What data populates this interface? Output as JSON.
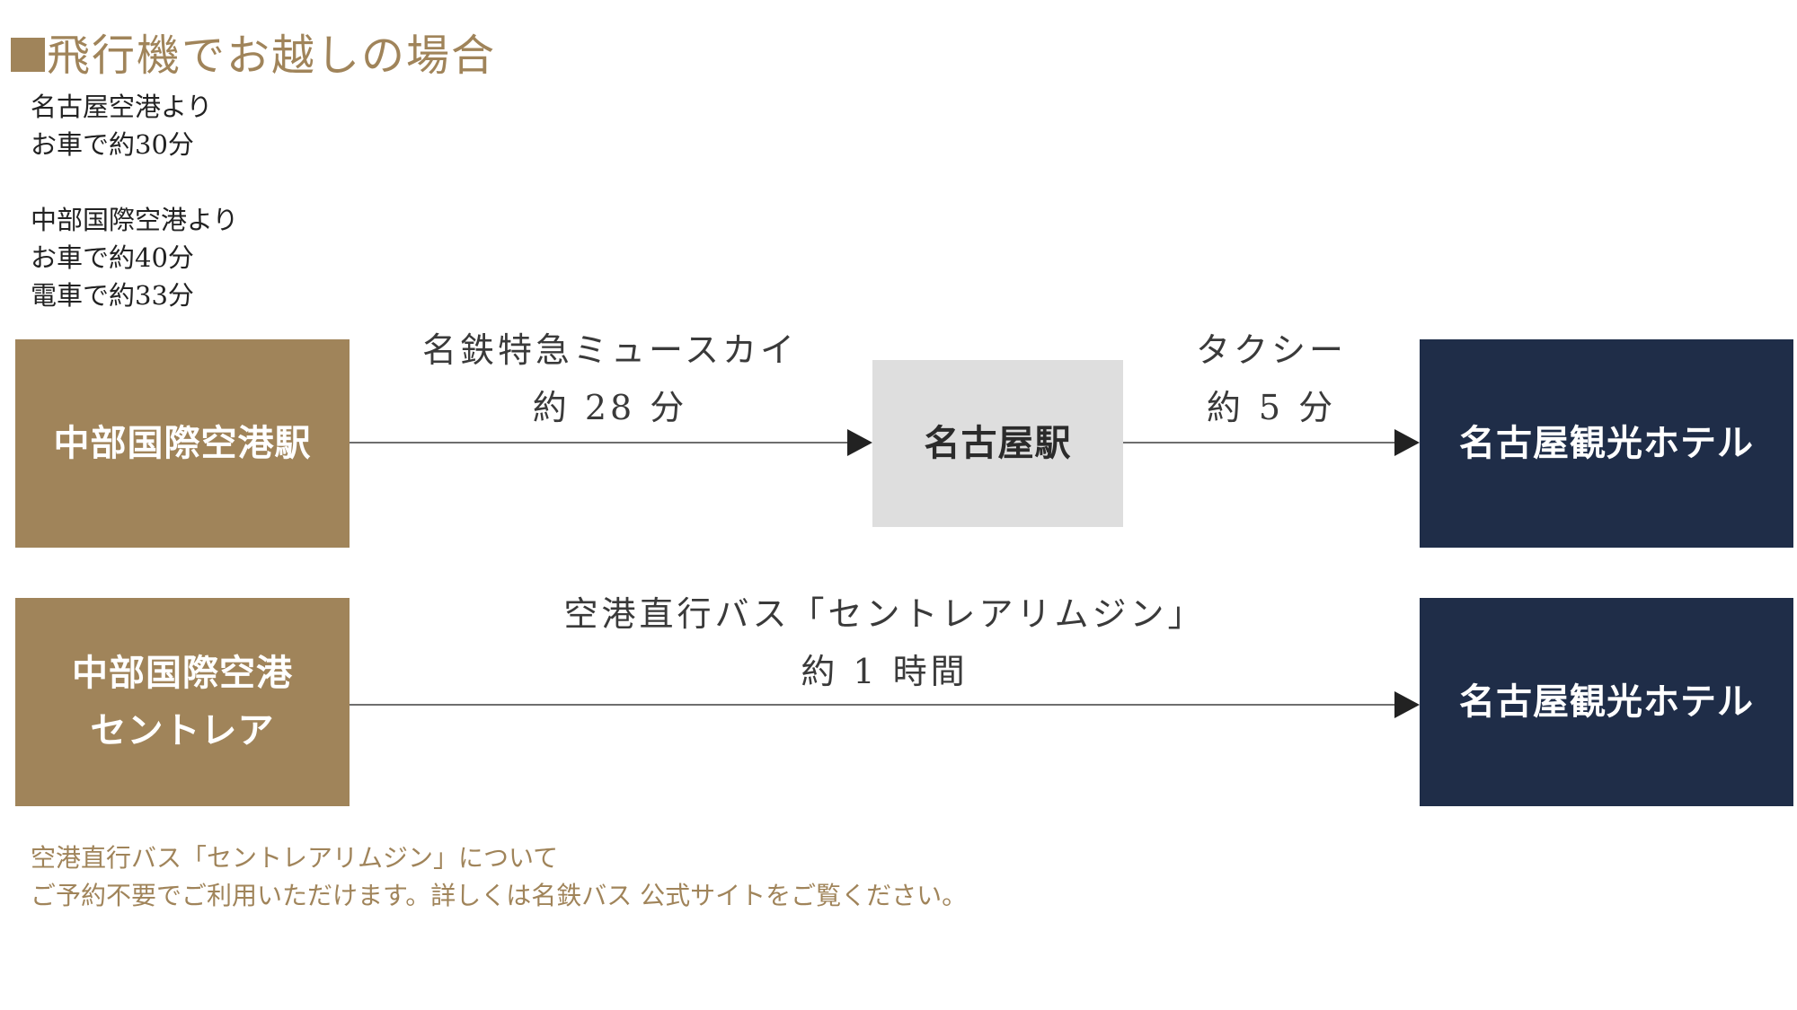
{
  "title": {
    "text": "飛行機でお越しの場合"
  },
  "access_info": {
    "nagoya_airport": [
      "名古屋空港より",
      "お車で約30分"
    ],
    "chubu_airport": [
      "中部国際空港より",
      "お車で約40分",
      "電車で約33分"
    ]
  },
  "route1": {
    "origin": "中部国際空港駅",
    "leg1_label": "名鉄特急ミュースカイ",
    "leg1_time": "約 28 分",
    "transfer": "名古屋駅",
    "leg2_label": "タクシー",
    "leg2_time": "約 5 分",
    "destination": "名古屋観光ホテル"
  },
  "route2": {
    "origin_line1": "中部国際空港",
    "origin_line2": "セントレア",
    "leg_label": "空港直行バス「セントレアリムジン」",
    "leg_time": "約 1 時間",
    "destination": "名古屋観光ホテル"
  },
  "note": {
    "line1": "空港直行バス「セントレアリムジン」について",
    "line2": "ご予約不要でご利用いただけます。詳しくは名鉄バス 公式サイトをご覧ください。"
  },
  "colors": {
    "gold": "#a0845a",
    "navy": "#1f2d48",
    "gray": "#dedede"
  }
}
